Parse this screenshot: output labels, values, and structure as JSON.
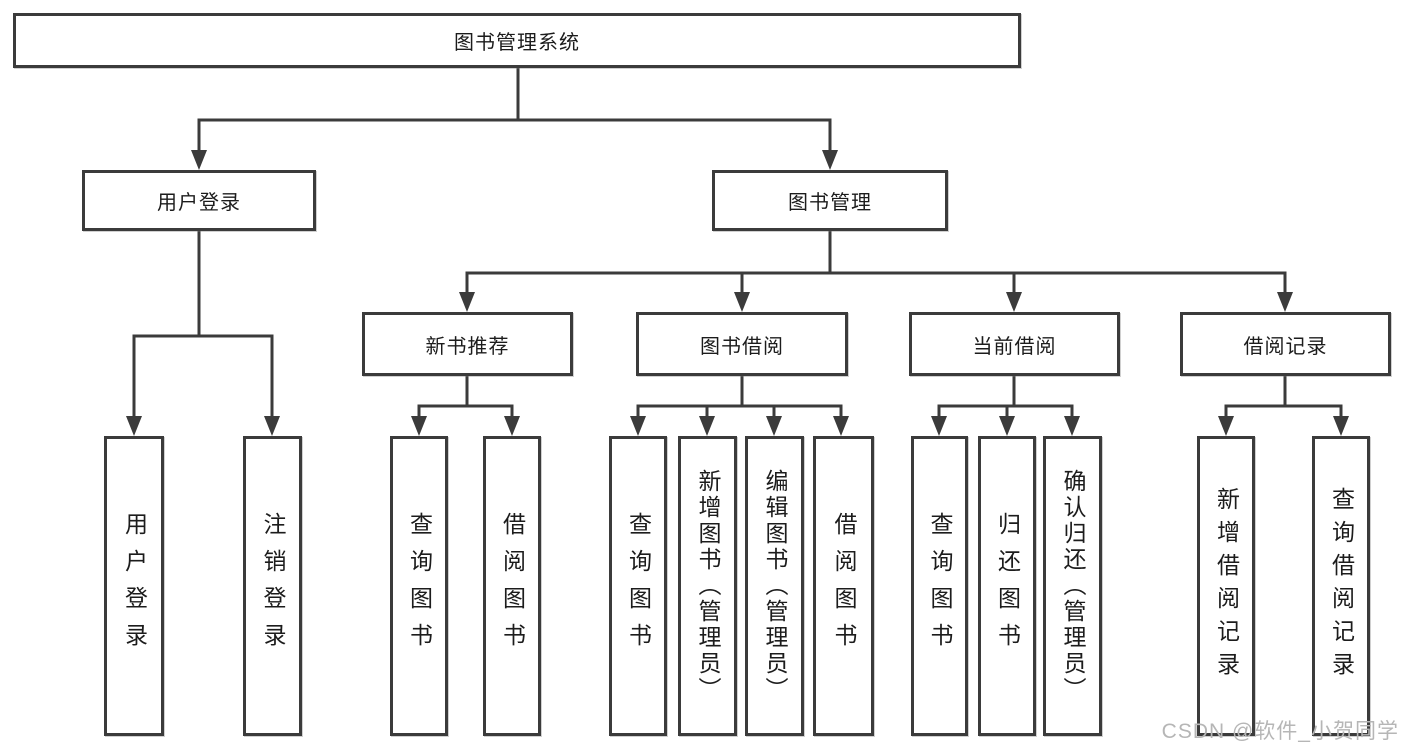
{
  "colors": {
    "line": "#3b3b3b",
    "box_border": "#3b3b3b",
    "box_fill": "#ffffff",
    "text": "#1c1c1c",
    "watermark": "#b6b6b6"
  },
  "tree": {
    "root": "图书管理系统",
    "level2": [
      {
        "label": "用户登录",
        "leaves": [
          "用户登录",
          "注销登录"
        ]
      },
      {
        "label": "图书管理",
        "groups": [
          {
            "label": "新书推荐",
            "leaves": [
              "查询图书",
              "借阅图书"
            ]
          },
          {
            "label": "图书借阅",
            "leaves": [
              "查询图书",
              "新增图书（管理员）",
              "编辑图书（管理员）",
              "借阅图书"
            ]
          },
          {
            "label": "当前借阅",
            "leaves": [
              "查询图书",
              "归还图书",
              "确认归还（管理员）"
            ]
          },
          {
            "label": "借阅记录",
            "leaves": [
              "新增借阅记录",
              "查询借阅记录"
            ]
          }
        ]
      }
    ]
  },
  "watermark": "CSDN @软件_小贺同学"
}
